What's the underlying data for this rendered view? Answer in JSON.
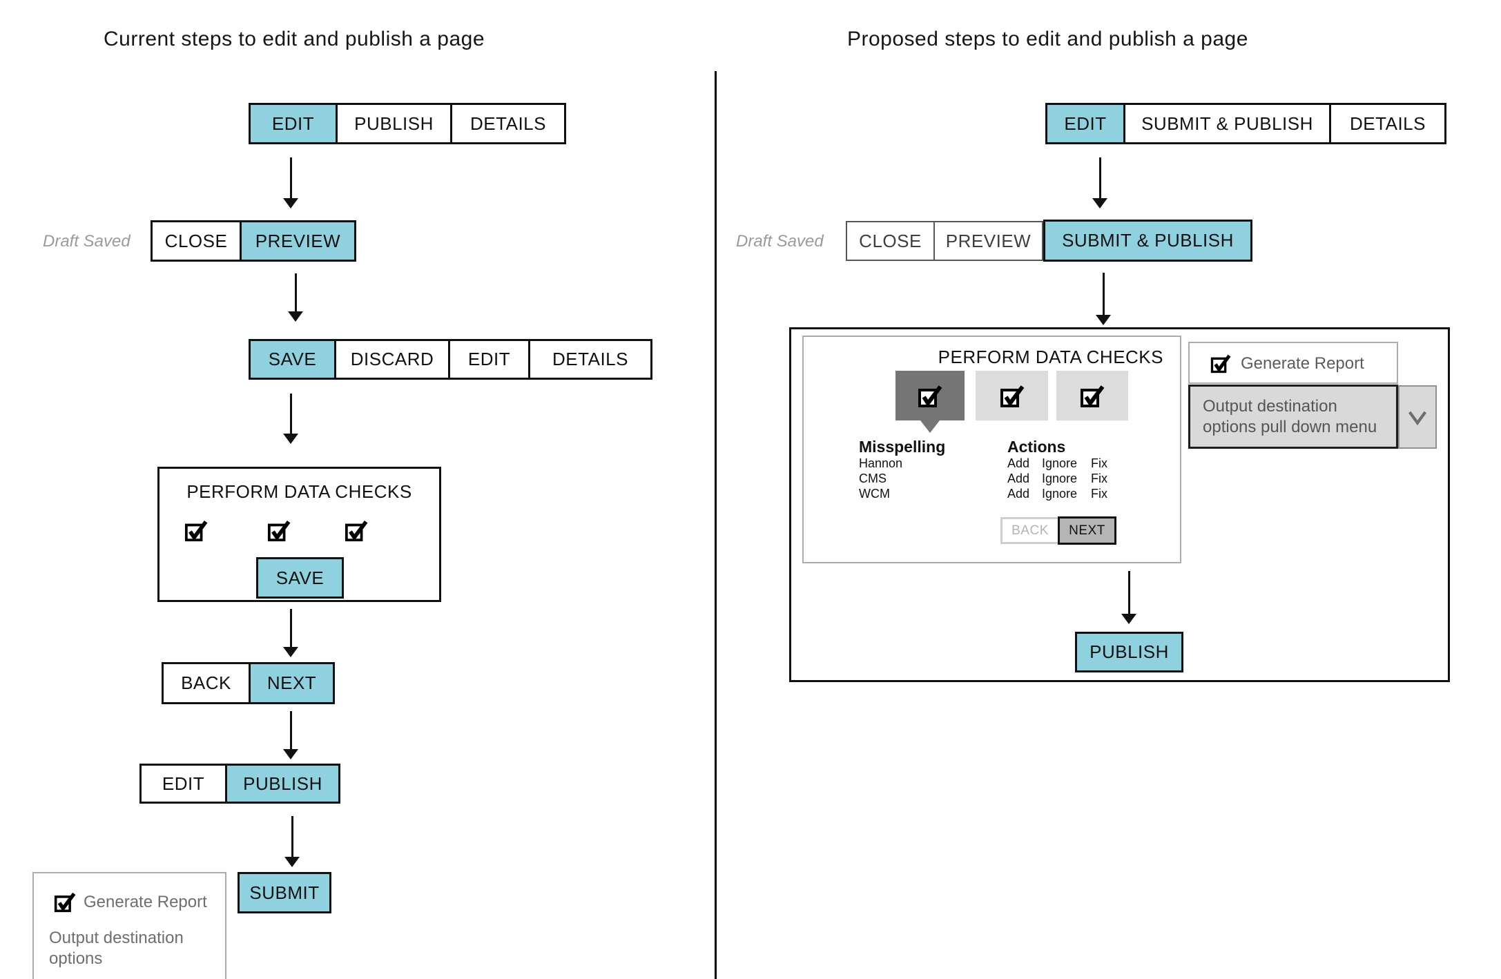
{
  "colors": {
    "teal": "#8FD1DF",
    "tile_dark": "#757575",
    "tile_light": "#DCDCDC",
    "next_bg": "#B5B5B5",
    "dropdown_bg": "#D9D9D9"
  },
  "left": {
    "title": "Current steps to edit and publish a page",
    "draft_saved": "Draft Saved",
    "toolbar_top": {
      "edit": "EDIT",
      "publish": "PUBLISH",
      "details": "DETAILS"
    },
    "toolbar_preview": {
      "close": "CLOSE",
      "preview": "PREVIEW"
    },
    "toolbar_save": {
      "save": "SAVE",
      "discard": "DISCARD",
      "edit": "EDIT",
      "details": "DETAILS"
    },
    "data_checks": {
      "title": "PERFORM DATA CHECKS",
      "save": "SAVE"
    },
    "toolbar_nav": {
      "back": "BACK",
      "next": "NEXT"
    },
    "toolbar_publish": {
      "edit": "EDIT",
      "publish": "PUBLISH"
    },
    "submit": "SUBMIT",
    "report_box": {
      "generate": "Generate Report",
      "output_line1": "Output destination",
      "output_line2": "options"
    }
  },
  "right": {
    "title": "Proposed steps to edit and publish a page",
    "draft_saved": "Draft Saved",
    "toolbar_top": {
      "edit": "EDIT",
      "submit_publish": "SUBMIT & PUBLISH",
      "details": "DETAILS"
    },
    "toolbar_preview": {
      "close": "CLOSE",
      "preview": "PREVIEW",
      "submit_publish": "SUBMIT & PUBLISH"
    },
    "data_checks": {
      "title": "PERFORM DATA CHECKS",
      "misspelling": {
        "header": "Misspelling",
        "rows": [
          "Hannon",
          "CMS",
          "WCM"
        ]
      },
      "actions": {
        "header": "Actions"
      },
      "action_rows": [
        [
          "Add",
          "Ignore",
          "Fix"
        ],
        [
          "Add",
          "Ignore",
          "Fix"
        ],
        [
          "Add",
          "Ignore",
          "Fix"
        ]
      ],
      "back": "BACK",
      "next": "NEXT"
    },
    "report_box": {
      "generate": "Generate Report"
    },
    "dropdown": {
      "line1": "Output destination",
      "line2": "options pull down menu"
    },
    "publish": "PUBLISH"
  }
}
